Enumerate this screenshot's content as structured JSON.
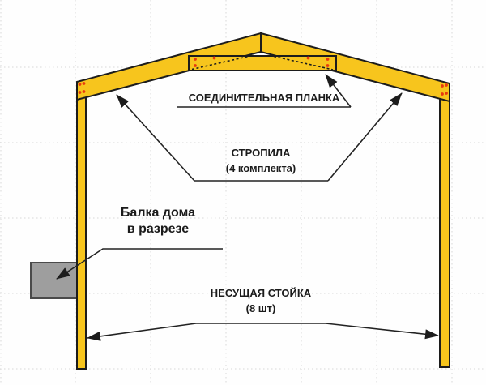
{
  "diagram": {
    "labels": {
      "connecting_plank": "СОЕДИНИТЕЛЬНАЯ ПЛАНКА",
      "rafters_title": "СТРОПИЛА",
      "rafters_count": "(4 комплекта)",
      "house_beam_line1": "Балка дома",
      "house_beam_line2": "в разрезе",
      "bearing_post_title": "НЕСУЩАЯ СТОЙКА",
      "bearing_post_count": "(8 шт)"
    },
    "colors": {
      "beam_fill": "#F7C51D",
      "beam_outline": "#1C1C1C",
      "fastener_dot": "#E83A0F",
      "cut_beam_fill": "#9E9E9E",
      "cut_beam_outline": "#4A4A4A",
      "grid_line": "#D8D8D8",
      "annotation_line": "#222222",
      "label_text": "#1B1B1B",
      "background": "#FEFEFE"
    }
  }
}
